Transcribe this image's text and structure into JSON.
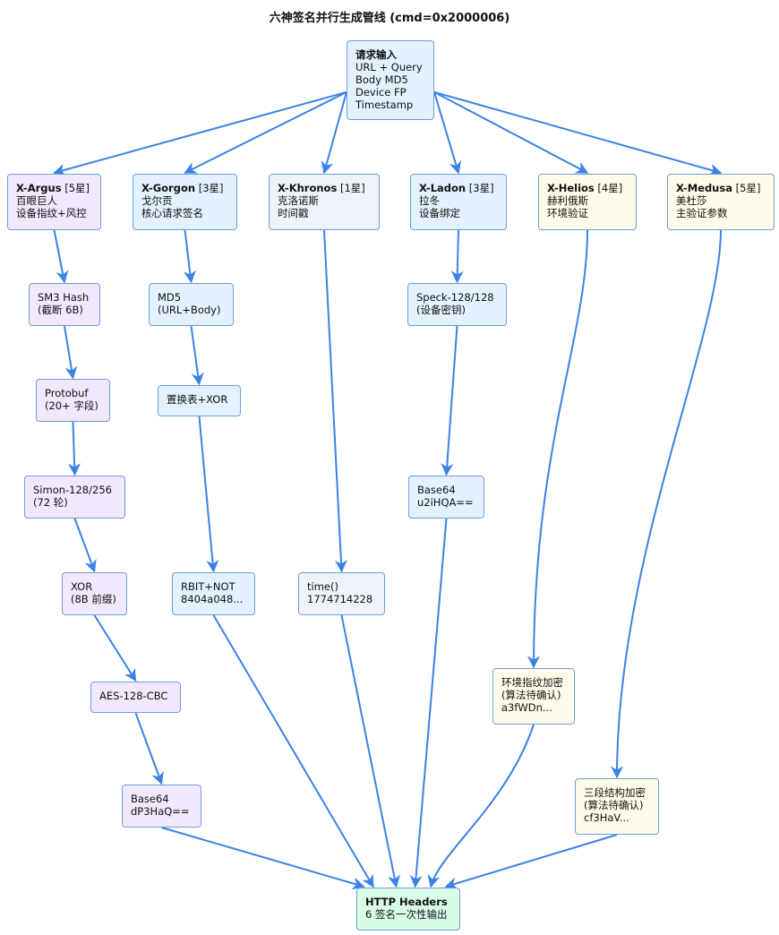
{
  "title": "六神签名并行生成管线 (cmd=0x2000006)",
  "colors": {
    "edge": "#3b82e6",
    "node_border": "#6b9fe0",
    "blue": "#e2f1fd",
    "purple": "#f1e8fd",
    "grey": "#eff3f9",
    "yellow": "#fefbe8",
    "green": "#d8fbe6"
  },
  "nodes": {
    "input": {
      "head": "请求输入",
      "lines": [
        "URL + Query",
        "Body MD5",
        "Device FP",
        "Timestamp"
      ]
    },
    "argus": {
      "head": "X-Argus",
      "stars": "[5星]",
      "lines": [
        "百眼巨人",
        "设备指纹+风控"
      ]
    },
    "gorgon": {
      "head": "X-Gorgon",
      "stars": "[3星]",
      "lines": [
        "戈尔贡",
        "核心请求签名"
      ]
    },
    "khronos": {
      "head": "X-Khronos",
      "stars": "[1星]",
      "lines": [
        "克洛诺斯",
        "时间戳"
      ]
    },
    "ladon": {
      "head": "X-Ladon",
      "stars": "[3星]",
      "lines": [
        "拉冬",
        "设备绑定"
      ]
    },
    "helios": {
      "head": "X-Helios",
      "stars": "[4星]",
      "lines": [
        "赫利俄斯",
        "环境验证"
      ]
    },
    "medusa": {
      "head": "X-Medusa",
      "stars": "[5星]",
      "lines": [
        "美杜莎",
        "主验证参数"
      ]
    },
    "sm3": {
      "lines": [
        "SM3 Hash",
        "(截断 6B)"
      ]
    },
    "protobuf": {
      "lines": [
        "Protobuf",
        "(20+ 字段)"
      ]
    },
    "simon": {
      "lines": [
        "Simon-128/256",
        "(72 轮)"
      ]
    },
    "xor": {
      "lines": [
        "XOR",
        "(8B 前缀)"
      ]
    },
    "aes": {
      "lines": [
        "AES-128-CBC"
      ]
    },
    "argus_b64": {
      "lines": [
        "Base64",
        "dP3HaQ=="
      ]
    },
    "md5": {
      "lines": [
        "MD5",
        "(URL+Body)"
      ]
    },
    "perm": {
      "lines": [
        "置换表+XOR"
      ]
    },
    "rbit": {
      "lines": [
        "RBIT+NOT",
        "8404a048..."
      ]
    },
    "time": {
      "lines": [
        "time()",
        "1774714228"
      ]
    },
    "speck": {
      "lines": [
        "Speck-128/128",
        "(设备密钥)"
      ]
    },
    "ladon_b64": {
      "lines": [
        "Base64",
        "u2iHQA=="
      ]
    },
    "env": {
      "lines": [
        "环境指纹加密",
        "(算法待确认)",
        "a3fWDn..."
      ]
    },
    "tri": {
      "lines": [
        "三段结构加密",
        "(算法待确认)",
        "cf3HaV..."
      ]
    },
    "headers": {
      "head": "HTTP Headers",
      "lines": [
        "6 签名一次性输出"
      ]
    }
  },
  "edges": [
    [
      "input",
      "argus"
    ],
    [
      "input",
      "gorgon"
    ],
    [
      "input",
      "khronos"
    ],
    [
      "input",
      "ladon"
    ],
    [
      "input",
      "helios"
    ],
    [
      "input",
      "medusa"
    ],
    [
      "argus",
      "sm3"
    ],
    [
      "sm3",
      "protobuf"
    ],
    [
      "protobuf",
      "simon"
    ],
    [
      "simon",
      "xor"
    ],
    [
      "xor",
      "aes"
    ],
    [
      "aes",
      "argus_b64"
    ],
    [
      "argus_b64",
      "headers"
    ],
    [
      "gorgon",
      "md5"
    ],
    [
      "md5",
      "perm"
    ],
    [
      "perm",
      "rbit"
    ],
    [
      "rbit",
      "headers"
    ],
    [
      "khronos",
      "time"
    ],
    [
      "time",
      "headers"
    ],
    [
      "ladon",
      "speck"
    ],
    [
      "speck",
      "ladon_b64"
    ],
    [
      "ladon_b64",
      "headers"
    ],
    [
      "helios",
      "env"
    ],
    [
      "env",
      "headers"
    ],
    [
      "medusa",
      "tri"
    ],
    [
      "tri",
      "headers"
    ]
  ]
}
